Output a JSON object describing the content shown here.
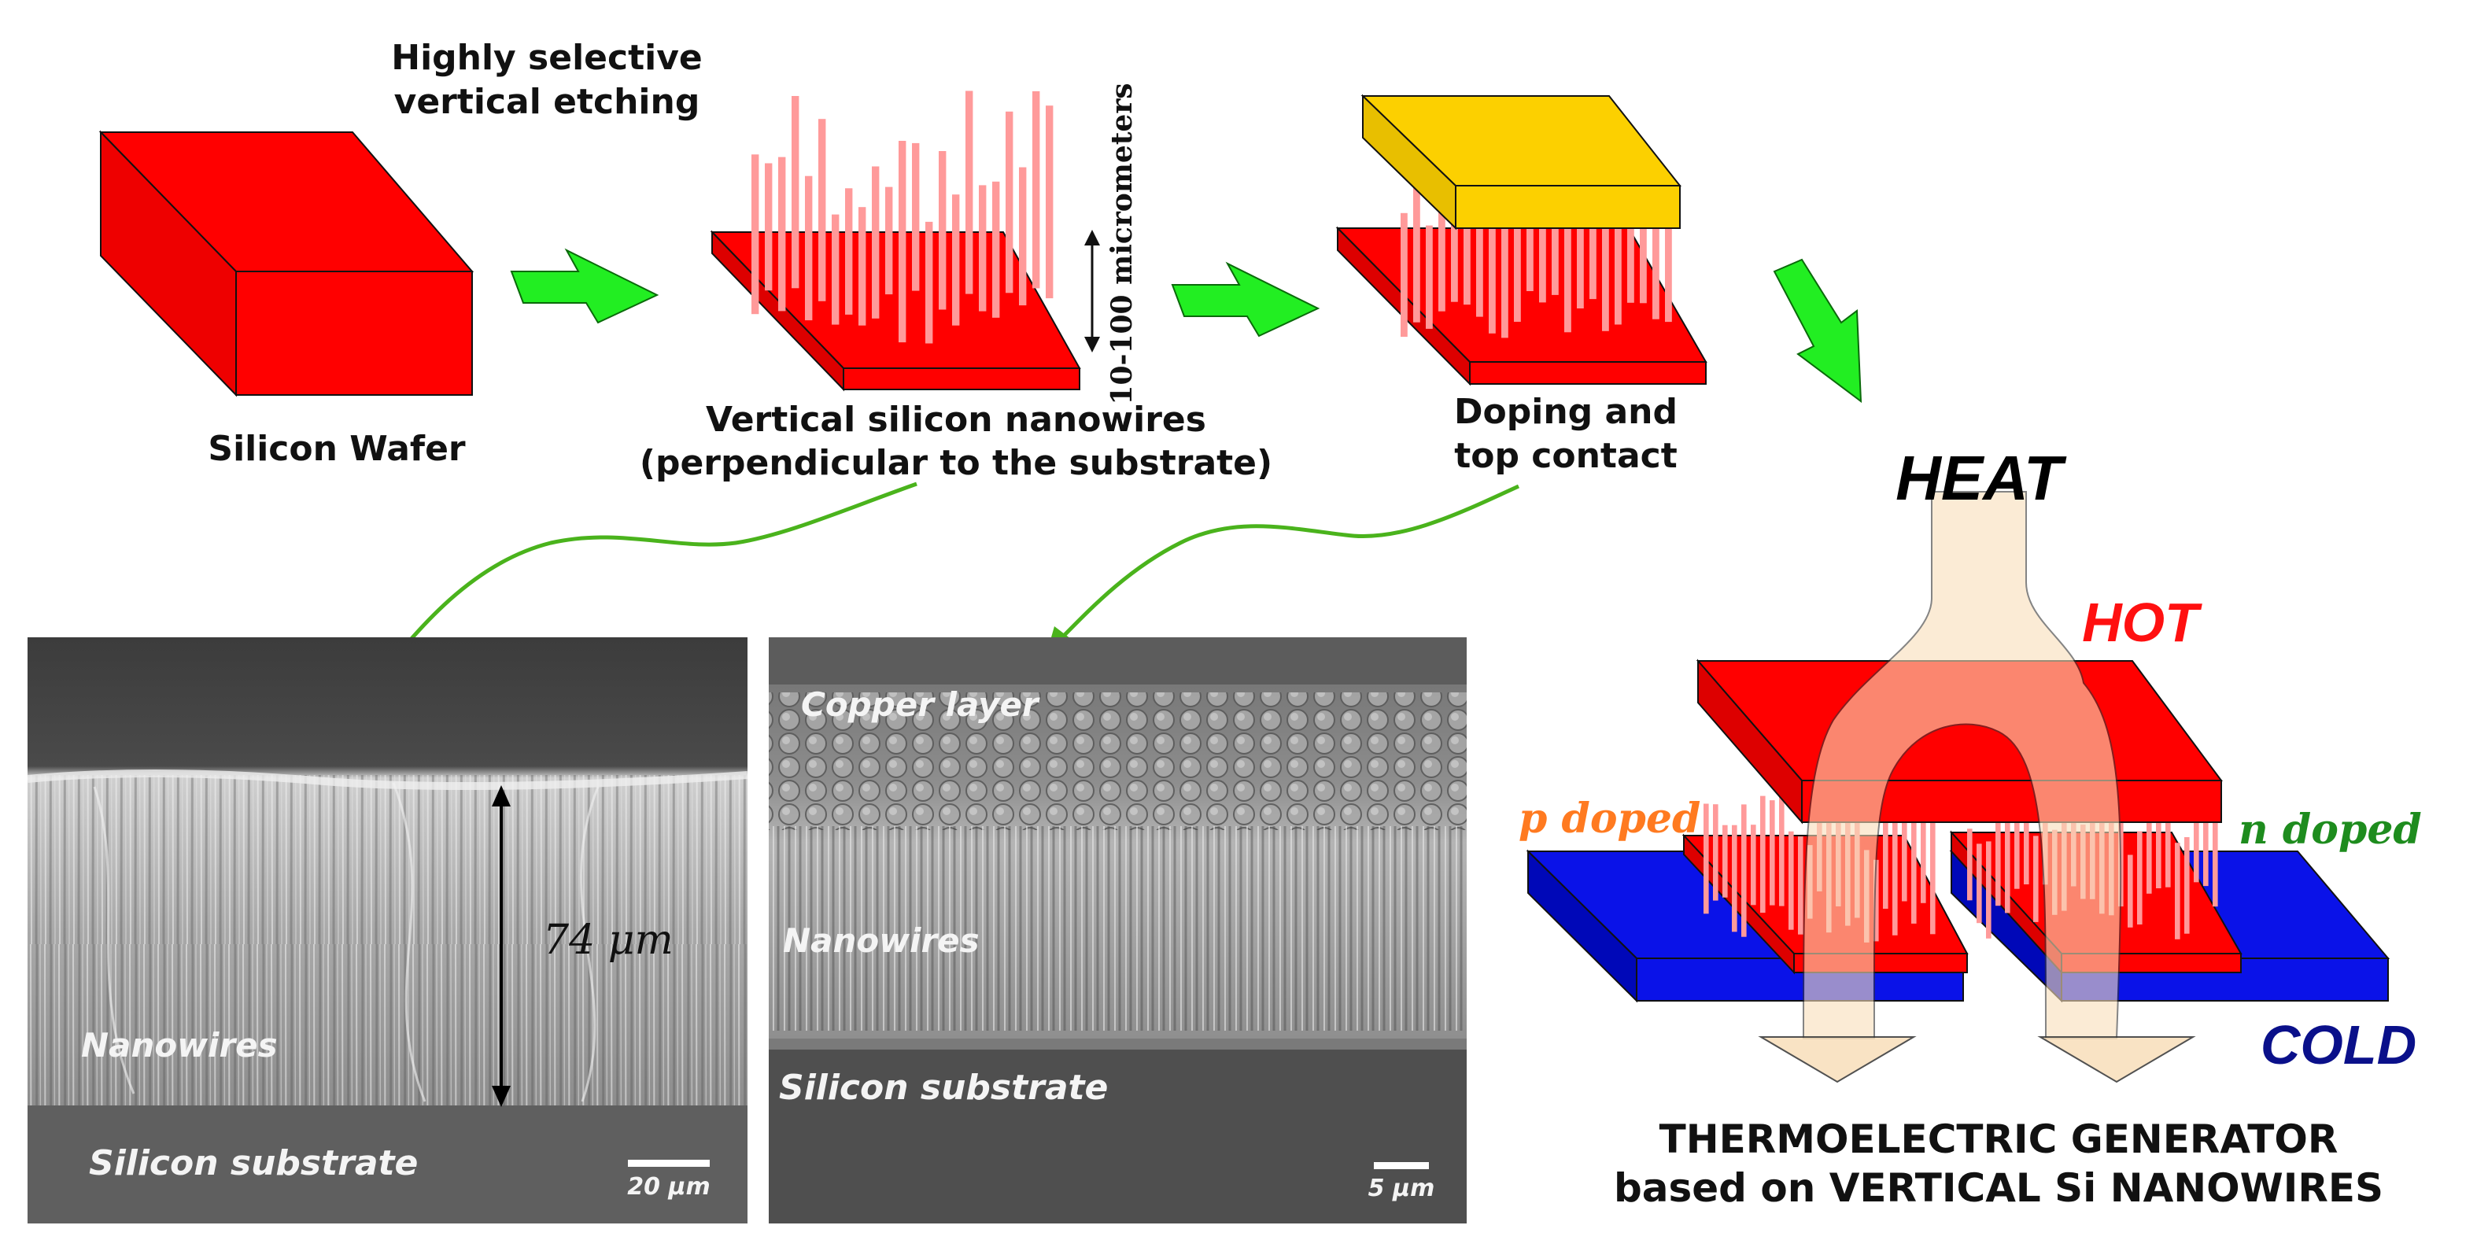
{
  "steps": {
    "wafer_label": "Silicon Wafer",
    "etching_label_1": "Highly selective",
    "etching_label_2": "vertical etching",
    "nanowires_label_1": "Vertical silicon nanowires",
    "nanowires_label_2": "(perpendicular to the substrate)",
    "height_label": "10-100 micrometers",
    "doping_label_1": "Doping and",
    "doping_label_2": "top contact"
  },
  "sem_left": {
    "length_label": "74 μm",
    "nanowires_label": "Nanowires",
    "substrate_label": "Silicon substrate",
    "scalebar_label": "20 μm"
  },
  "sem_right": {
    "copper_label": "Copper layer",
    "nanowires_label": "Nanowires",
    "substrate_label": "Silicon substrate",
    "scalebar_label": "5 μm"
  },
  "generator": {
    "heat_label": "HEAT",
    "hot_label": "HOT",
    "cold_label": "COLD",
    "p_label": "p doped",
    "n_label": "n doped",
    "title_1": "THERMOELECTRIC GENERATOR",
    "title_2": "based on VERTICAL Si NANOWIRES"
  },
  "colors": {
    "silicon_red": "#ff0000",
    "nanowire_pink": "#ff9a9a",
    "contact_gold": "#fcd000",
    "arrow_green": "#22ee22",
    "curve_green": "#4ab31c",
    "cold_blue": "#0a12e8",
    "heat_flow": "#f9dfba",
    "hot_text": "#ff1010",
    "cold_text": "#0a108a",
    "p_text": "#ff7a20",
    "n_text": "#1e8c1e"
  }
}
